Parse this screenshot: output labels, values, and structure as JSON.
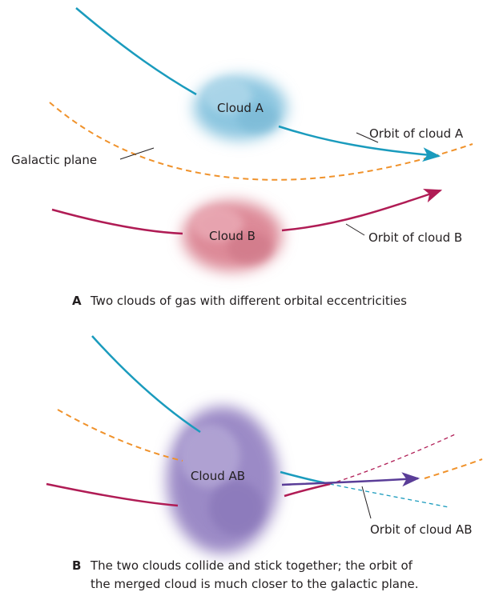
{
  "panel_a": {
    "letter": "A",
    "caption": "Two clouds of gas with different orbital eccentricities",
    "cloud_a_label": "Cloud A",
    "cloud_b_label": "Cloud B",
    "orbit_a_label": "Orbit of cloud A",
    "orbit_b_label": "Orbit of cloud B",
    "galactic_plane_label": "Galactic plane"
  },
  "panel_b": {
    "letter": "B",
    "caption_line1": "The two clouds collide and stick together; the orbit of",
    "caption_line2": "the merged cloud is much closer to the galactic plane.",
    "cloud_ab_label": "Cloud AB",
    "orbit_ab_label": "Orbit of cloud AB"
  },
  "colors": {
    "orbit_a": "#1a9bbd",
    "orbit_b": "#b01c55",
    "orbit_ab": "#5a3d98",
    "galactic_plane": "#f0922b",
    "cloud_a": "#8cc6e0",
    "cloud_b": "#dd8a98",
    "cloud_ab": "#9b8ac6",
    "text": "#231f20"
  }
}
